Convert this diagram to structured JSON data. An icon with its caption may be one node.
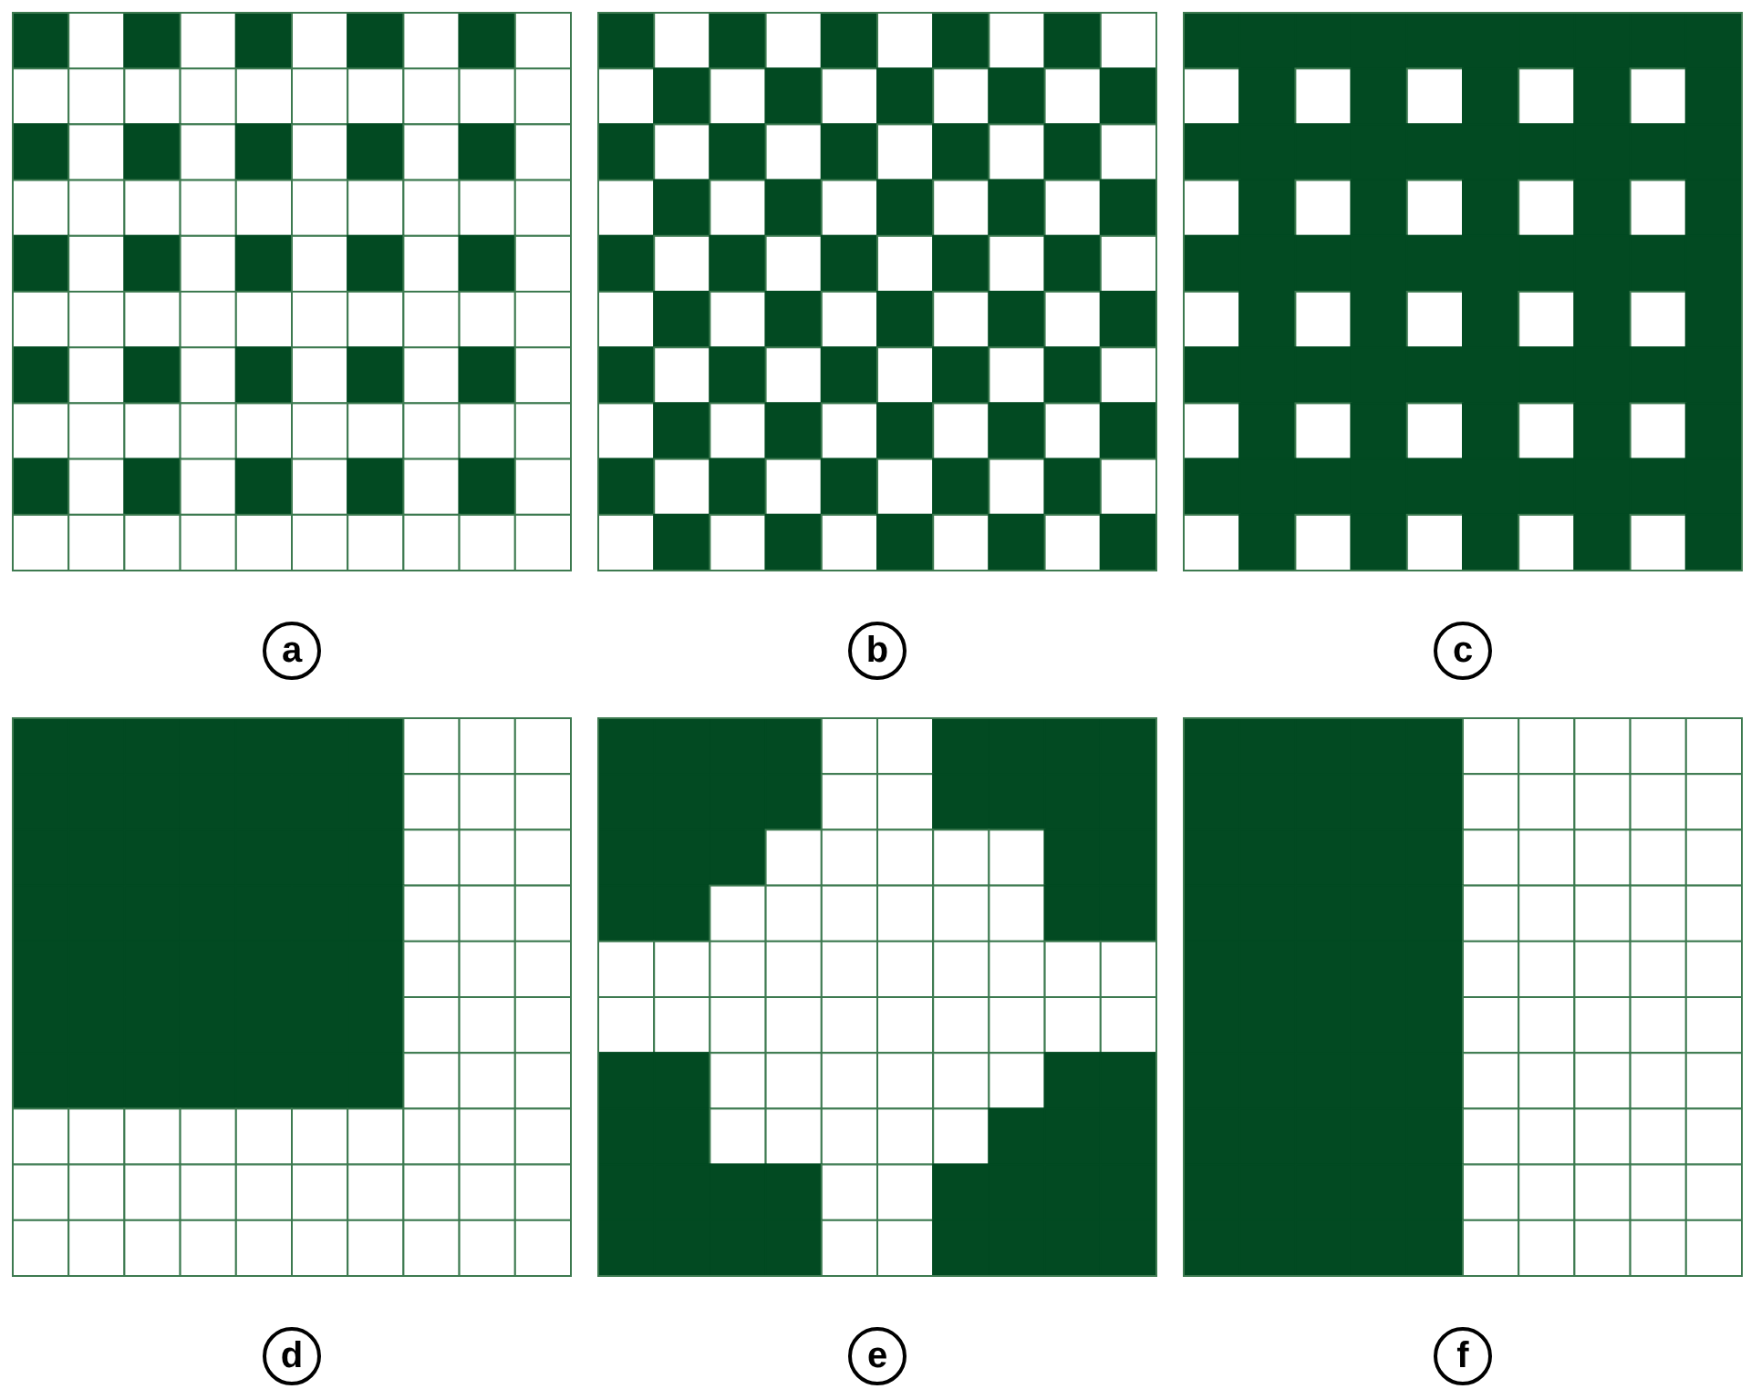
{
  "diagram": {
    "nodes": [
      {
        "text": [
          "a"
        ]
      },
      {
        "text": [
          "b"
        ]
      },
      {
        "text": [
          "c"
        ]
      },
      {
        "text": [
          "d"
        ]
      },
      {
        "text": [
          "e"
        ]
      },
      {
        "text": [
          "f"
        ]
      }
    ]
  }
}
